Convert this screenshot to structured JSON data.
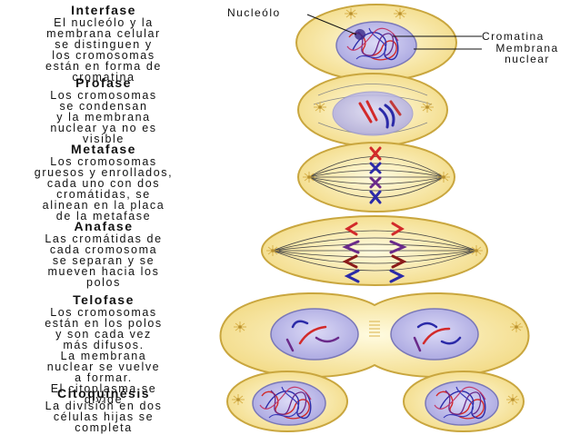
{
  "phases": [
    {
      "title": "Interfase",
      "lines": [
        "El nucleólo y la",
        "membrana celular",
        "se distinguen y",
        "los cromosomas",
        "están en forma de",
        "cromatina"
      ]
    },
    {
      "title": "Profase",
      "lines": [
        "Los cromosomas",
        "se condensan",
        "y la membrana",
        "nuclear ya no es",
        "visible"
      ]
    },
    {
      "title": "Metafase",
      "lines": [
        "Los cromosomas",
        "gruesos y enrollados,",
        "cada uno con dos",
        "cromátidas, se",
        "alinean en la placa",
        "de la metafase"
      ]
    },
    {
      "title": "Anafase",
      "lines": [
        "Las cromátidas de",
        "cada cromosoma",
        "se separan y se",
        "mueven hacia los",
        "polos"
      ]
    },
    {
      "title": "Telofase",
      "lines": [
        "Los cromosomas",
        "están en los polos",
        "y son cada vez",
        "más difusos.",
        "La membrana",
        "nuclear se vuelve",
        "a formar.",
        "El citoplasma se",
        "divide"
      ]
    },
    {
      "title": "Citoquinésis",
      "lines": [
        "La división en dos",
        "células hijas se",
        "completa"
      ]
    }
  ],
  "labels": {
    "nucleolo": "Nucleólo",
    "cromatina": "Cromatina",
    "membrana_1": "Membrana",
    "membrana_2": "nuclear"
  },
  "colors": {
    "cytoplasm": "#fbefb6",
    "cell_outline": "#c9a63e",
    "nucleus": "#c9c7ee",
    "nucleus_outline": "#7a78b8",
    "chromosome_red": "#d22a2a",
    "chromosome_blue": "#2b2aa8",
    "chromosome_purple": "#6a2a8a",
    "centrosome": "#d9b24a"
  }
}
